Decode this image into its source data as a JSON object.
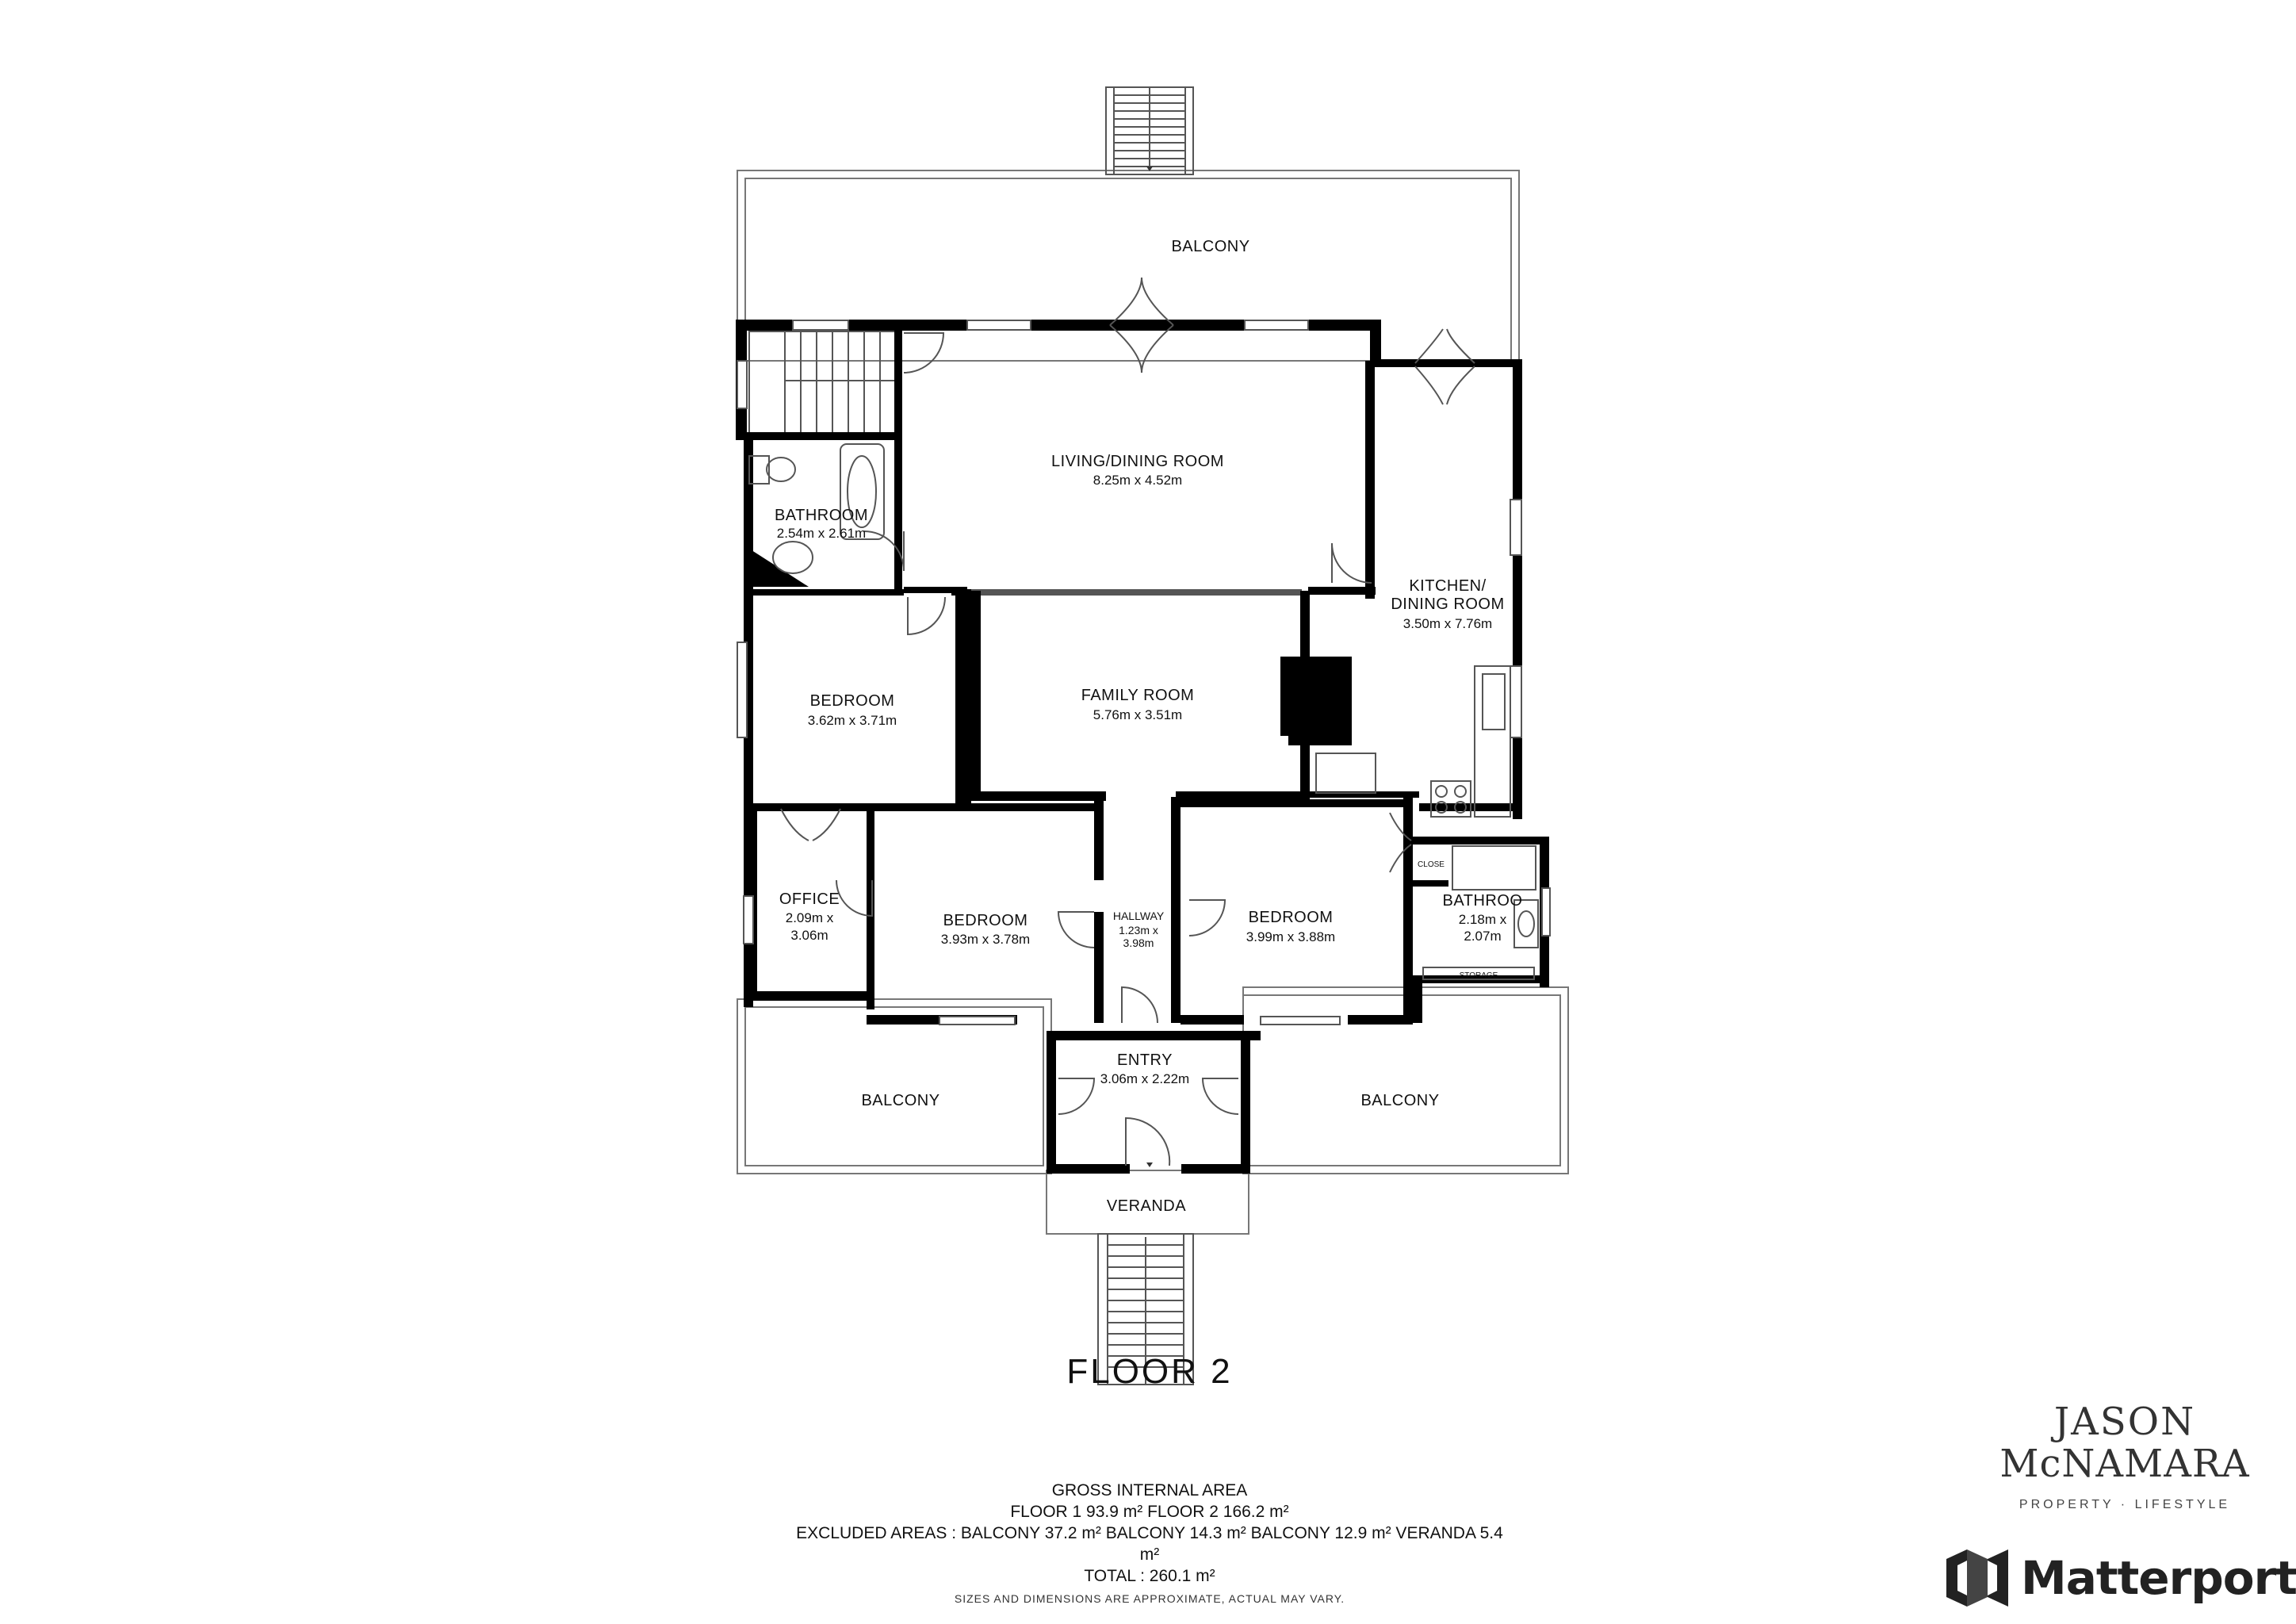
{
  "floor_title": "FLOOR 2",
  "rooms": {
    "balcony_top": {
      "name": "BALCONY"
    },
    "living": {
      "name": "LIVING/DINING ROOM",
      "dims": "8.25m x 4.52m"
    },
    "bathroom_left": {
      "name": "BATHROOM",
      "dims": "2.54m x 2.61m"
    },
    "kitchen": {
      "name1": "KITCHEN/",
      "name2": "DINING ROOM",
      "dims": "3.50m x 7.76m"
    },
    "bedroom_nw": {
      "name": "BEDROOM",
      "dims": "3.62m x 3.71m"
    },
    "family": {
      "name": "FAMILY ROOM",
      "dims": "5.76m x 3.51m"
    },
    "office": {
      "name": "OFFICE",
      "dims1": "2.09m x",
      "dims2": "3.06m"
    },
    "bedroom_mid": {
      "name": "BEDROOM",
      "dims": "3.93m x 3.78m"
    },
    "hallway": {
      "name": "HALLWAY",
      "dims1": "1.23m x",
      "dims2": "3.98m"
    },
    "bedroom_e": {
      "name": "BEDROOM",
      "dims": "3.99m x 3.88m"
    },
    "closet": {
      "name": "CLOSE"
    },
    "bathroom_right": {
      "name": "BATHROO",
      "dims1": "2.18m x",
      "dims2": "2.07m"
    },
    "storage": {
      "name": "STORAGE"
    },
    "entry": {
      "name": "ENTRY",
      "dims": "3.06m x 2.22m"
    },
    "balcony_left": {
      "name": "BALCONY"
    },
    "balcony_right": {
      "name": "BALCONY"
    },
    "veranda": {
      "name": "VERANDA"
    }
  },
  "areas": {
    "heading": "GROSS INTERNAL AREA",
    "floors_line": "FLOOR 1 93.9 m²   FLOOR 2 166.2 m²",
    "excluded_line": "EXCLUDED AREAS :  BALCONY 37.2 m²   BALCONY 14.3 m²   BALCONY 12.9 m²   VERANDA 5.4",
    "excluded_unit": "m²",
    "total_line": "TOTAL :  260.1 m²",
    "disclaimer": "SIZES AND DIMENSIONS ARE APPROXIMATE, ACTUAL MAY VARY."
  },
  "branding": {
    "agency_line1": "JASON",
    "agency_line2": "McNAMARA",
    "agency_tagline": "PROPERTY · LIFESTYLE",
    "platform": "Matterport"
  },
  "colors": {
    "wall": "#000000",
    "thin_line": "#666666",
    "background": "#ffffff"
  }
}
